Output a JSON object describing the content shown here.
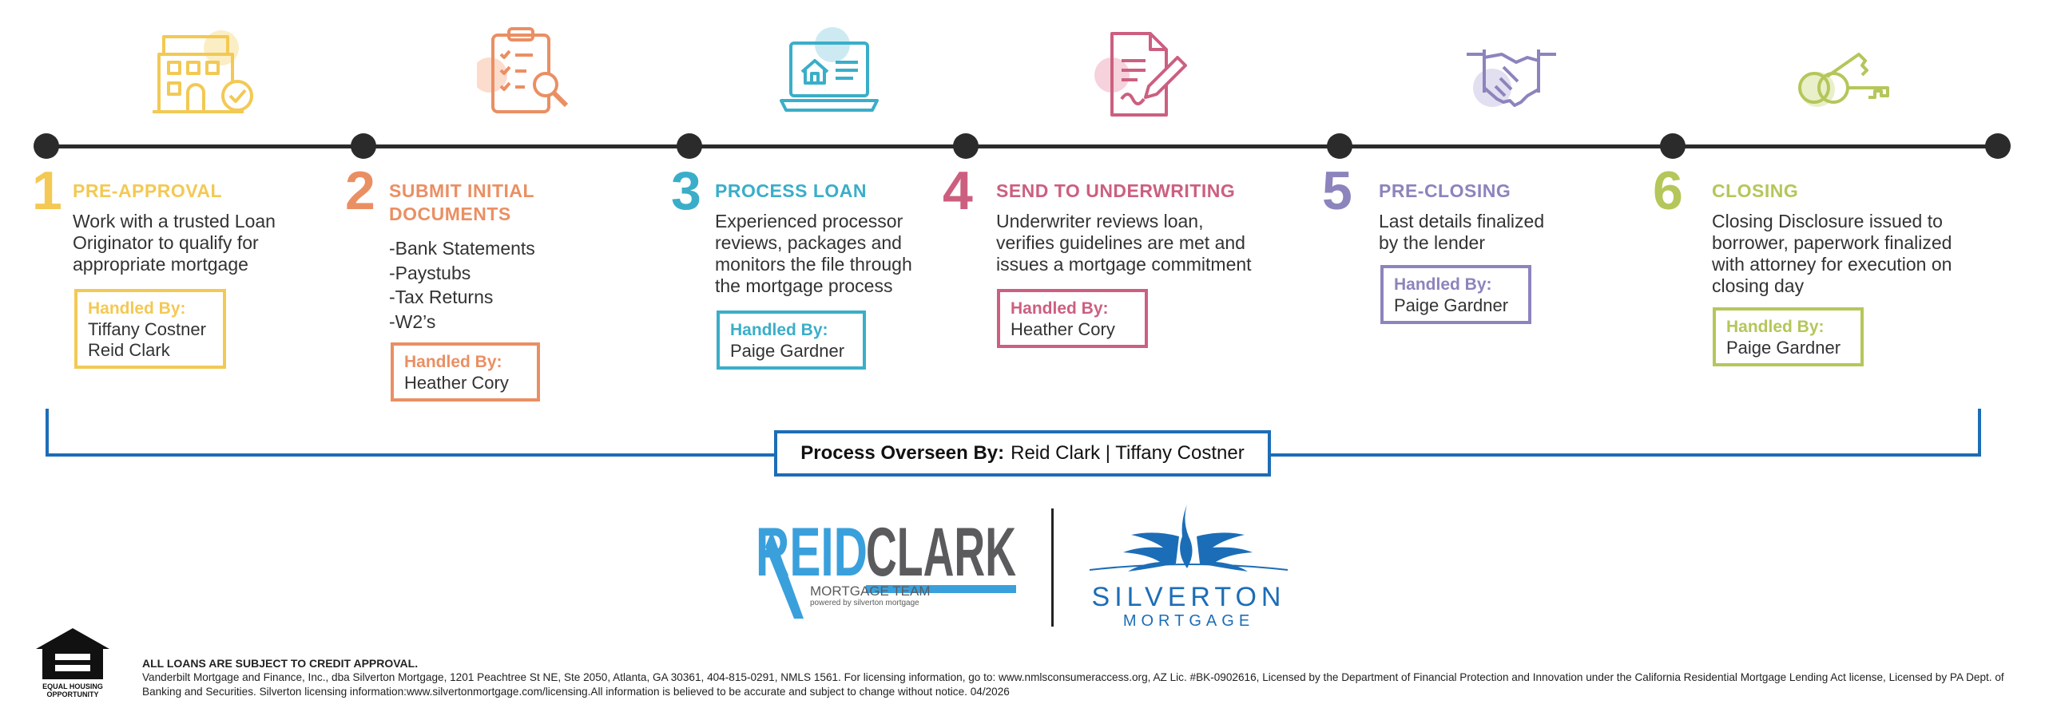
{
  "colors": {
    "step1": "#f3c954",
    "step2": "#ea8f63",
    "step3": "#3aaec9",
    "step4": "#cc5f80",
    "step5": "#8c84bd",
    "step6": "#b5c65a",
    "timeline": "#2b2b2b",
    "bracket": "#1c6db7"
  },
  "steps": [
    {
      "number": "1",
      "title": "PRE-APPROVAL",
      "icon": "house-check-icon",
      "description": "Work with a trusted Loan\nOriginator to qualify for\nappropriate mortgage",
      "handled_label": "Handled By:",
      "handled_names": "Tiffany Costner\nReid Clark"
    },
    {
      "number": "2",
      "title": "SUBMIT INITIAL\nDOCUMENTS",
      "icon": "clipboard-magnifier-icon",
      "description": "-Bank Statements\n-Paystubs\n-Tax Returns\n-W2’s",
      "handled_label": "Handled By:",
      "handled_names": "Heather Cory"
    },
    {
      "number": "3",
      "title": "PROCESS LOAN",
      "icon": "laptop-house-icon",
      "description": "Experienced processor\nreviews, packages and\nmonitors the file through\nthe mortgage process",
      "handled_label": "Handled By:",
      "handled_names": "Paige Gardner"
    },
    {
      "number": "4",
      "title": "SEND TO UNDERWRITING",
      "icon": "document-pen-icon",
      "description": "Underwriter reviews loan,\nverifies guidelines are met and\nissues a mortgage commitment",
      "handled_label": "Handled By:",
      "handled_names": "Heather Cory"
    },
    {
      "number": "5",
      "title": "PRE-CLOSING",
      "icon": "handshake-icon",
      "description": "Last details finalized\nby the lender",
      "handled_label": "Handled By:",
      "handled_names": "Paige Gardner"
    },
    {
      "number": "6",
      "title": "CLOSING",
      "icon": "keys-icon",
      "description": "Closing Disclosure issued to\nborrower, paperwork finalized\nwith attorney for execution on\nclosing day",
      "handled_label": "Handled By:",
      "handled_names": "Paige Gardner"
    }
  ],
  "overseen": {
    "label": "Process Overseen By:",
    "names": "Reid Clark | Tiffany Costner"
  },
  "logos": {
    "reidclark": {
      "reid": "REID",
      "clark": "CLARK",
      "team": "MORTGAGE TEAM",
      "powered": "powered by silverton mortgage"
    },
    "silverton": {
      "name": "SILVERTON",
      "sub": "MORTGAGE"
    },
    "eho": {
      "line1": "EQUAL HOUSING",
      "line2": "OPPORTUNITY"
    }
  },
  "legal": {
    "heading": "ALL LOANS ARE SUBJECT TO CREDIT APPROVAL.",
    "body": "Vanderbilt Mortgage and Finance, Inc., dba Silverton Mortgage, 1201 Peachtree St NE, Ste 2050, Atlanta, GA 30361, 404-815-0291, NMLS 1561. For licensing information, go to: www.nmlsconsumeraccess.org, AZ Lic. #BK-0902616, Licensed by the Department of Financial Protection and Innovation under the California Residential Mortgage Lending Act license, Licensed by PA Dept. of Banking and Securities. Silverton licensing information:www.silvertonmortgage.com/licensing.All information is believed to be accurate and subject to change without notice. 04/2026"
  }
}
